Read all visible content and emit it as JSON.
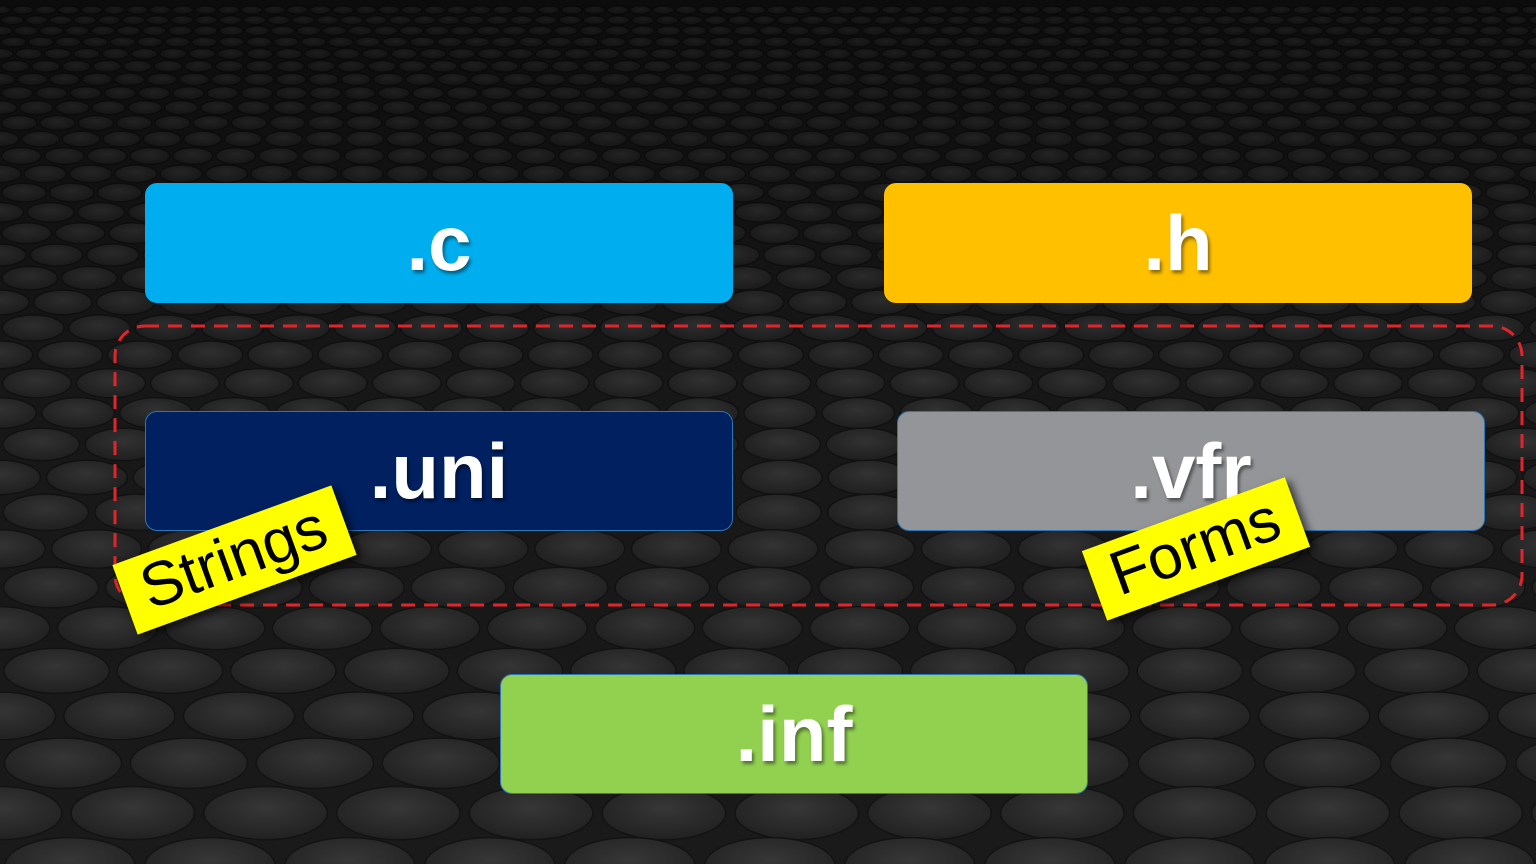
{
  "boxes": {
    "c": ".c",
    "h": ".h",
    "uni": ".uni",
    "vfr": ".vfr",
    "inf": ".inf"
  },
  "tags": {
    "strings": "Strings",
    "forms": "Forms"
  },
  "colors": {
    "c": "#00aeef",
    "h": "#ffc000",
    "uni": "#002060",
    "vfr": "#939598",
    "inf": "#92d050",
    "tag": "#ffff00",
    "group_outline": "#e0252b"
  }
}
